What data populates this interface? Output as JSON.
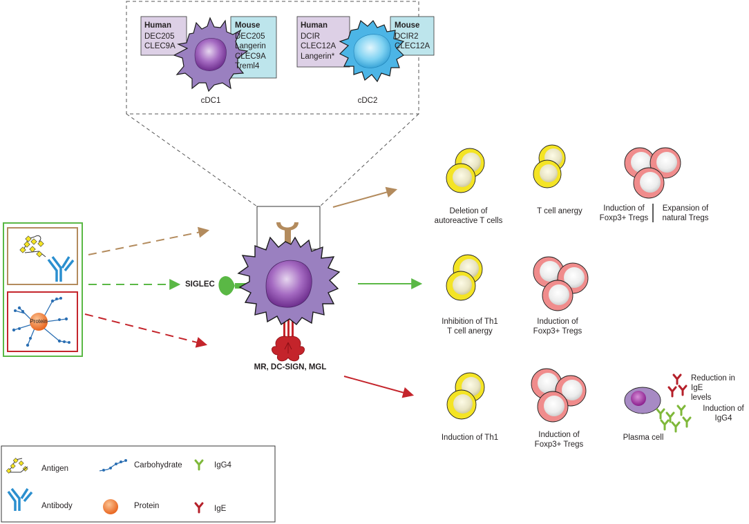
{
  "inset": {
    "cdc1": {
      "name": "cDC1",
      "human": {
        "title": "Human",
        "items": [
          "DEC205",
          "CLEC9A"
        ]
      },
      "mouse": {
        "title": "Mouse",
        "items": [
          "DEC205",
          "Langerin",
          "CLEC9A",
          "Treml4"
        ]
      }
    },
    "cdc2": {
      "name": "cDC2",
      "human": {
        "title": "Human",
        "items": [
          "DCIR",
          "CLEC12A",
          "Langerin*"
        ]
      },
      "mouse": {
        "title": "Mouse",
        "items": [
          "DCIR2",
          "CLEC12A"
        ]
      }
    }
  },
  "receptors": {
    "siglec": "SIGLEC",
    "lectins": "MR, DC-SIGN, MGL"
  },
  "outcomes": {
    "row1": {
      "deletion": "Deletion of\nautoreactive T cells",
      "anergy": "T cell anergy",
      "induction": "Induction of\nFoxp3+ Tregs",
      "expansion": "Expansion of\nnatural Tregs"
    },
    "row2": {
      "inhibition": "Inhibition of Th1\nT cell anergy",
      "induction": "Induction of\nFoxp3+ Tregs"
    },
    "row3": {
      "th1": "Induction of Th1",
      "induction": "Induction of\nFoxp3+ Tregs",
      "plasma": "Plasma cell",
      "ige": "Reduction in IgE\nlevels",
      "igg4": "Induction of\nIgG4"
    }
  },
  "legend": {
    "antigen": "Antigen",
    "carbohydrate": "Carbohydrate",
    "igg4": "IgG4",
    "antibody": "Antibody",
    "protein": "Protein",
    "ige": "IgE"
  },
  "protein_label": "Protein",
  "colors": {
    "tan": "#b38b5d",
    "green": "#5ab845",
    "red": "#c4242b",
    "purple": "#8f74b2",
    "blue": "#2ba8e0",
    "yellow": "#f4e425",
    "pink": "#f08c8c",
    "human_box": "#ddd0e6",
    "mouse_box": "#bde5ec",
    "orange": "#f07c2c"
  }
}
